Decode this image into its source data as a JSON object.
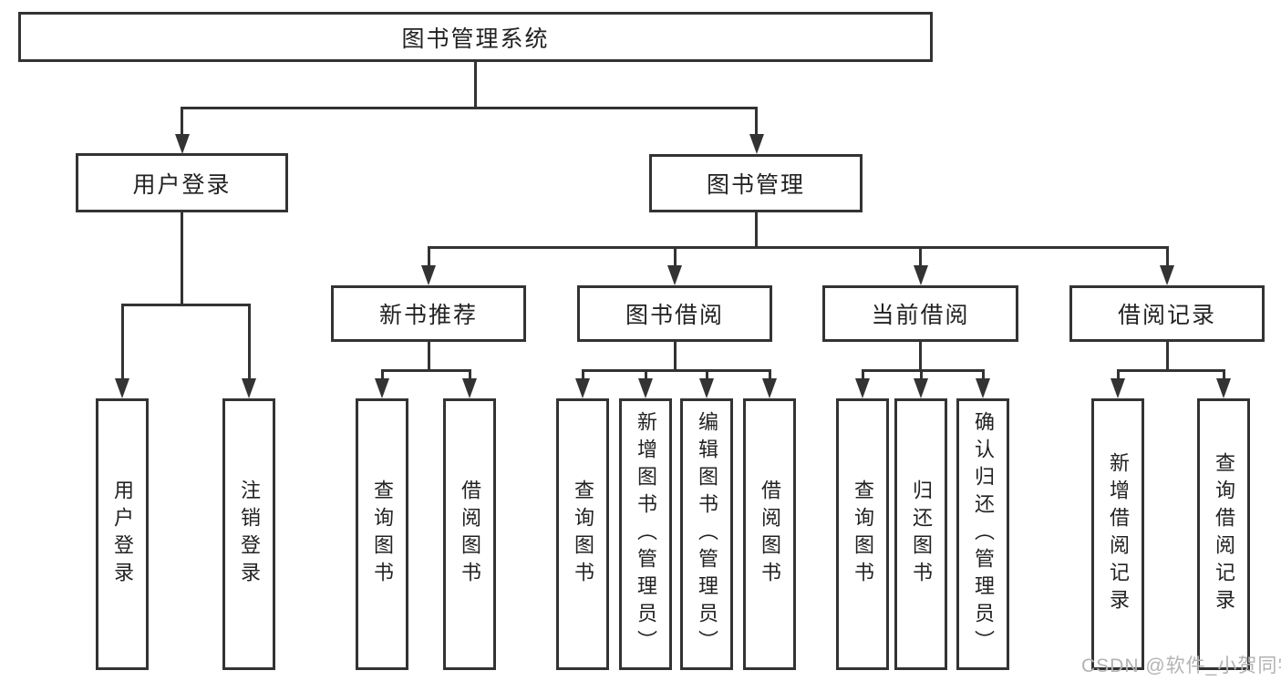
{
  "tree": {
    "root": "图书管理系统",
    "branches": [
      {
        "label": "用户登录",
        "leaves": [
          "用户登录",
          "注销登录"
        ]
      },
      {
        "label": "图书管理",
        "sections": [
          {
            "label": "新书推荐",
            "leaves": [
              "查询图书",
              "借阅图书"
            ]
          },
          {
            "label": "图书借阅",
            "leaves": [
              "查询图书",
              "新增图书（管理员）",
              "编辑图书（管理员）",
              "借阅图书"
            ]
          },
          {
            "label": "当前借阅",
            "leaves": [
              "查询图书",
              "归还图书",
              "确认归还（管理员）"
            ]
          },
          {
            "label": "借阅记录",
            "leaves": [
              "新增借阅记录",
              "查询借阅记录"
            ]
          }
        ]
      }
    ]
  },
  "watermark": "CSDN @软件_小贺同学",
  "colors": {
    "line": "#333333",
    "text": "#222222",
    "background": "#ffffff",
    "watermark": "#b3b3b3"
  }
}
